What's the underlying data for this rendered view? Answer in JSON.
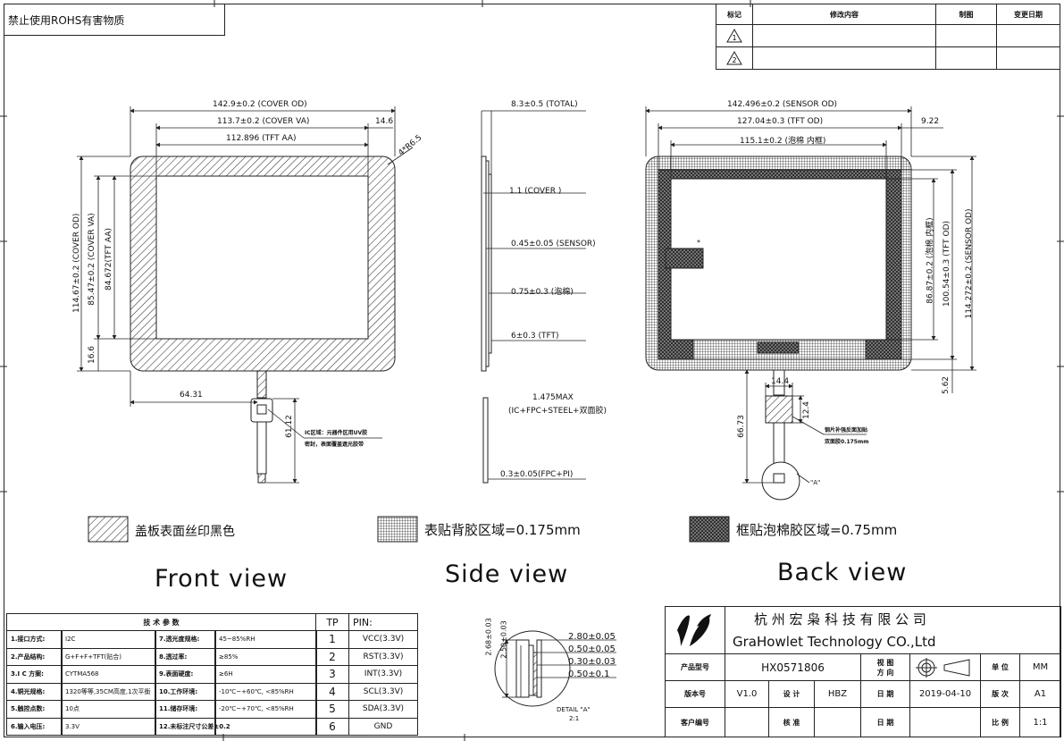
{
  "header": {
    "notice": "禁止使用ROHS有害物质"
  },
  "revision": {
    "headers": [
      "标记",
      "修改内容",
      "制图",
      "变更日期"
    ],
    "marks": [
      "1",
      "2"
    ]
  },
  "front": {
    "dims": {
      "cover_od_w": "142.9±0.2 (COVER OD)",
      "cover_va_w": "113.7±0.2 (COVER VA)",
      "tft_aa_w": "112.896 (TFT AA)",
      "right_border": "14.6",
      "corner_r": "4*R6.5",
      "cover_od_h": "114.67±0.2 (COVER OD)",
      "cover_va_h": "85.47±0.2 (COVER VA)",
      "tft_aa_h": "84.672(TFT AA)",
      "bottom_border": "16.6",
      "fpc_offset": "64.31",
      "fpc_len": "61.12",
      "ic_note_1": "IC区域：元器件区用UV胶",
      "ic_note_2": "密封，表面覆盖遮光胶带"
    },
    "legend": "盖板表面丝印黑色",
    "title": "Front view"
  },
  "side": {
    "dims": {
      "total": "8.3±0.5 (TOTAL)",
      "cover": "1.1 (COVER )",
      "sensor": "0.45±0.05 (SENSOR)",
      "foam": "0.75±0.3 (泡棉)",
      "tft": "6±0.3 (TFT)",
      "max_1": "1.475MAX",
      "max_2": "(IC+FPC+STEEL+双面胶)",
      "fpc": "0.3±0.05(FPC+PI)"
    },
    "legend": "表贴背胶区域=0.175mm",
    "title": "Side view"
  },
  "back": {
    "dims": {
      "sensor_od_w": "142.496±0.2 (SENSOR OD)",
      "tft_od_w": "127.04±0.3 (TFT OD)",
      "foam_in_w": "115.1±0.2 (泡棉 内框)",
      "right": "9.22",
      "foam_in_h": "86.87±0.2 (泡棉 内框)",
      "tft_od_h": "100.54±0.3 (TFT OD)",
      "sensor_od_h": "114.272±0.2 (SENSOR OD)",
      "bottom": "5.62",
      "stiff_w": "14.4",
      "stiff_h": "12.4",
      "fpc_len": "66.73",
      "stiff_note_1": "钢片补强反面加贴",
      "stiff_note_2": "双面胶0.175mm",
      "detail": "\"A\"",
      "mark": "*"
    },
    "legend": "框贴泡棉胶区域=0.75mm",
    "title": "Back view"
  },
  "spec": {
    "title": "技 术 参 数",
    "rows": [
      [
        "1.接口方式:",
        "I2C",
        "7.透光度规格:",
        "45~85%RH"
      ],
      [
        "2.产品结构:",
        "G+F+F+TFT(贴合)",
        "8.透过率:",
        "≥85%"
      ],
      [
        "3.I C 方案:",
        "CYTMA568",
        "9.表面硬度:",
        "≥6H"
      ],
      [
        "4.铜光规格:",
        "1320等等,35CM高度,1次平衡",
        "10.工作环境:",
        "-10℃~+60℃, <85%RH"
      ],
      [
        "5.触控点数:",
        "10点",
        "11.储存环境:",
        "-20℃~+70℃, <85%RH"
      ],
      [
        "6.输入电压:",
        "3.3V",
        "12.未标注尺寸公差±0.2",
        ""
      ]
    ]
  },
  "pins": {
    "headers": [
      "TP",
      "PIN:"
    ],
    "rows": [
      [
        "1",
        "VCC(3.3V)"
      ],
      [
        "2",
        "RST(3.3V)"
      ],
      [
        "3",
        "INT(3.3V)"
      ],
      [
        "4",
        "SCL(3.3V)"
      ],
      [
        "5",
        "SDA(3.3V)"
      ],
      [
        "6",
        "GND"
      ]
    ]
  },
  "detail": {
    "dims": [
      "2.68±0.03",
      "2.50±0.03",
      "2.80±0.05",
      "0.50±0.05",
      "0.30±0.03",
      "0.50±0.1"
    ],
    "label_1": "DETAIL \"A\"",
    "label_2": "2:1"
  },
  "company": {
    "name_cn": "杭 州 宏 枭 科 技 有 限 公 司",
    "name_en": "GraHowlet Technology CO.,Ltd"
  },
  "title_block": {
    "model_label": "产品型号",
    "model_value": "HX0571806",
    "view_label_1": "视 图",
    "view_label_2": "方 向",
    "unit_label": "单 位",
    "unit_value": "MM",
    "version_label": "版本号",
    "version_value": "V1.0",
    "design_label": "设 计",
    "design_value": "HBZ",
    "date_label": "日 期",
    "date_value": "2019-04-10",
    "edition_label": "版 次",
    "edition_value": "A1",
    "customer_label": "客户编号",
    "check_label": "核 准",
    "date2_label": "日 期",
    "scale_label": "比 例",
    "scale_value": "1:1"
  }
}
